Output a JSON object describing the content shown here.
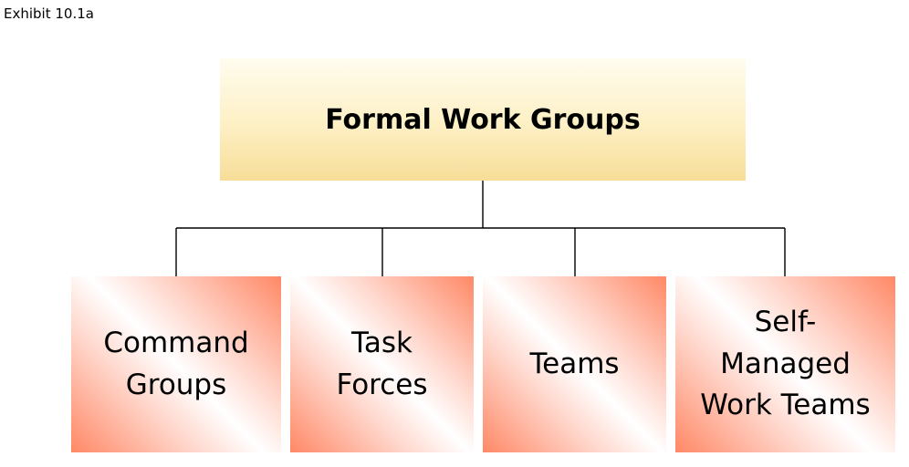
{
  "exhibit_label": "Exhibit 10.1a",
  "root": {
    "label": "Formal Work Groups"
  },
  "children": [
    {
      "label": "Command\nGroups"
    },
    {
      "label": "Task\nForces"
    },
    {
      "label": "Teams"
    },
    {
      "label": "Self-\nManaged\nWork Teams"
    }
  ]
}
